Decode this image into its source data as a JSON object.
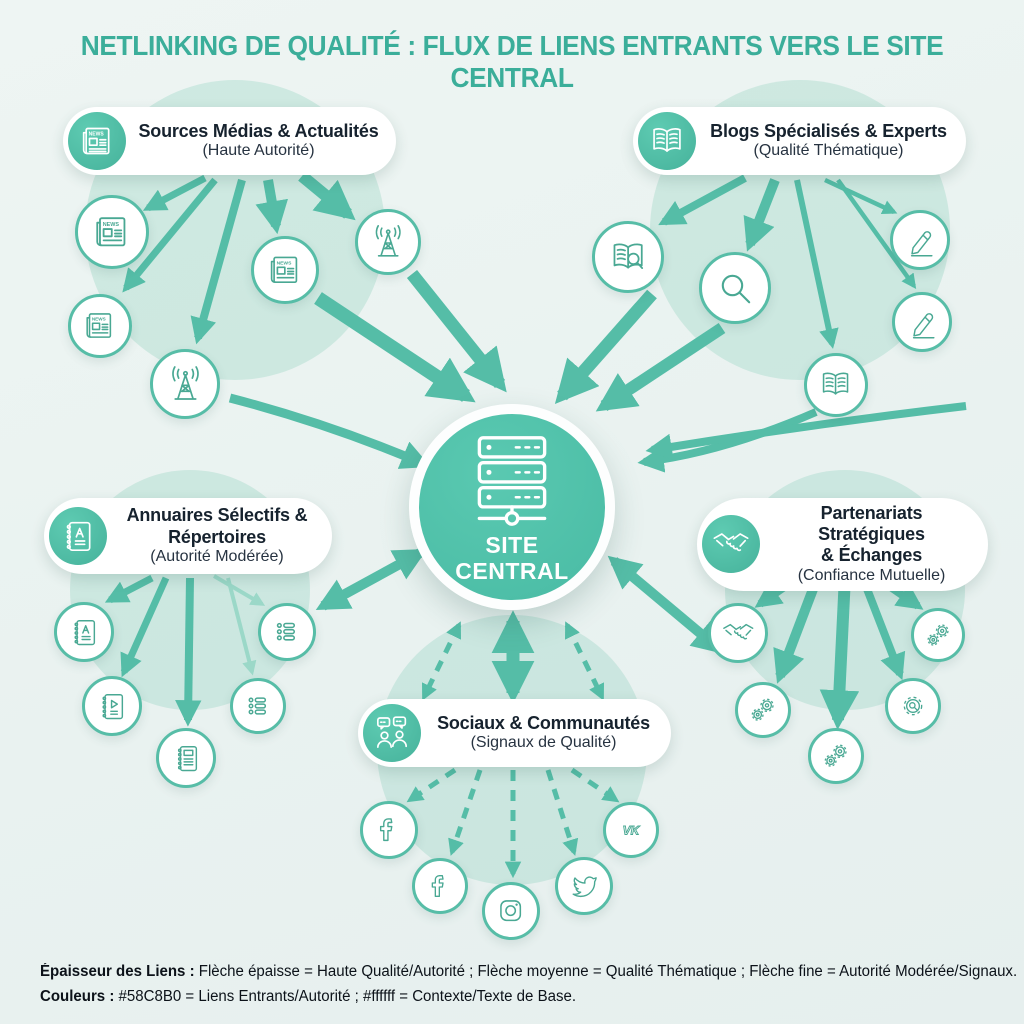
{
  "title": "NETLINKING DE QUALITÉ : FLUX DE LIENS ENTRANTS VERS LE SITE CENTRAL",
  "colors": {
    "accent": "#58C8B0",
    "context": "#ffffff",
    "title_text": "#3bae9a"
  },
  "central": {
    "icon": "server-stack-icon",
    "line1": "SITE",
    "line2": "CENTRAL"
  },
  "clusters": [
    {
      "id": "sources-medias",
      "icon": "newspaper-icon",
      "title": "Sources Médias & Actualités",
      "title2": "",
      "subtitle": "(Haute Autorité)",
      "satellites": [
        "newspaper-icon",
        "newspaper-icon",
        "newspaper-icon",
        "radio-tower-icon",
        "radio-tower-icon"
      ]
    },
    {
      "id": "blogs-experts",
      "icon": "open-book-icon",
      "title": "Blogs Spécialisés & Experts",
      "title2": "",
      "subtitle": "(Qualité Thématique)",
      "satellites": [
        "book-search-icon",
        "magnifier-icon",
        "pen-icon",
        "pen-icon",
        "open-book-icon"
      ]
    },
    {
      "id": "annuaires",
      "icon": "address-book-icon",
      "title": "Annuaires Sélectifs &",
      "title2": "Répertoires",
      "subtitle": "(Autorité Modérée)",
      "satellites": [
        "address-book-icon",
        "notebook-video-icon",
        "notebook-lines-icon",
        "list-icon",
        "list-icon"
      ]
    },
    {
      "id": "partenariats",
      "icon": "handshake-icon",
      "title": "Partenariats Stratégiques",
      "title2": "& Échanges",
      "subtitle": "(Confiance Mutuelle)",
      "satellites": [
        "handshake-icon",
        "gears-icon",
        "gears-icon",
        "gears-icon",
        "gear-search-icon"
      ]
    },
    {
      "id": "sociaux",
      "icon": "community-chat-icon",
      "title": "Sociaux & Communautés",
      "title2": "",
      "subtitle": "(Signaux de Qualité)",
      "satellites": [
        "facebook-icon",
        "facebook-icon",
        "instagram-icon",
        "twitter-icon",
        "vk-icon"
      ]
    }
  ],
  "legend": {
    "thickness_label": "Épaisseur des Liens :",
    "thickness_text": " Flèche épaisse = Haute Qualité/Autorité ; Flèche moyenne = Qualité Thématique ; Flèche fine = Autorité Modérée/Signaux.",
    "colors_label": "Couleurs :",
    "colors_text": " #58C8B0 = Liens Entrants/Autorité ; #ffffff = Contexte/Texte de Base."
  }
}
